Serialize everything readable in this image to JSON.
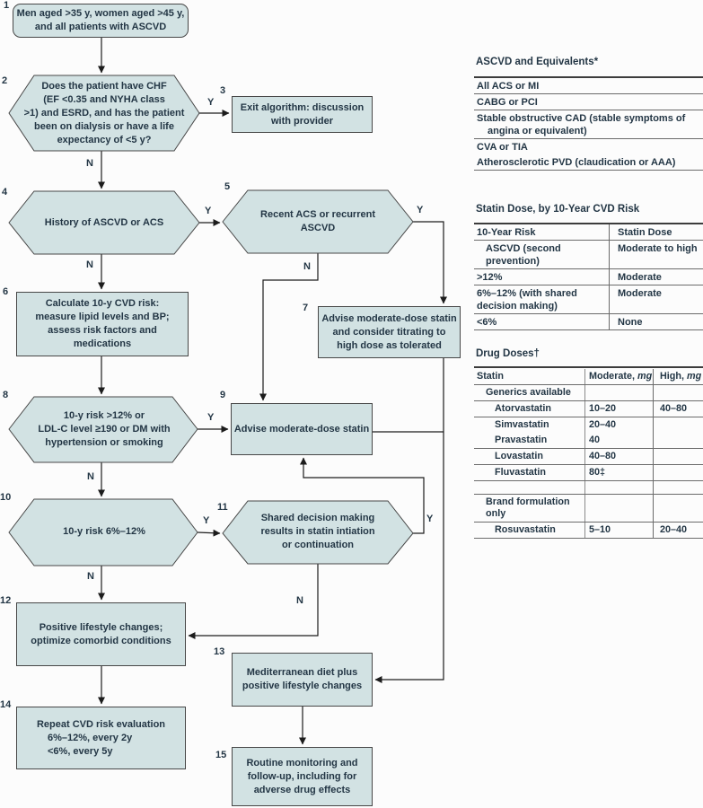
{
  "labels": {
    "yes": "Y",
    "no": "N"
  },
  "colors": {
    "node_fill": "#d2e2e3",
    "node_border": "#474747",
    "line": "#1c1c1c",
    "text": "#233645"
  },
  "flow": {
    "n1": {
      "num": "1",
      "lines": [
        "Men aged >35 y, women aged >45 y,",
        "and all patients with ASCVD"
      ]
    },
    "n2": {
      "num": "2",
      "lines": [
        "Does the patient have CHF",
        "(EF <0.35 and NYHA class",
        ">1) and ESRD, and has the patient",
        "been on dialysis or have a life",
        "expectancy of <5 y?"
      ]
    },
    "n3": {
      "num": "3",
      "lines": [
        "Exit algorithm: discussion",
        "with provider"
      ]
    },
    "n4": {
      "num": "4",
      "lines": [
        "History of ASCVD or ACS"
      ]
    },
    "n5": {
      "num": "5",
      "lines": [
        "Recent ACS or recurrent",
        "ASCVD"
      ]
    },
    "n6": {
      "num": "6",
      "lines": [
        "Calculate 10-y CVD risk:",
        "measure lipid levels and BP;",
        "assess risk factors and",
        "medications"
      ]
    },
    "n7": {
      "num": "7",
      "lines": [
        "Advise moderate-dose statin",
        "and consider titrating to",
        "high dose as tolerated"
      ]
    },
    "n8": {
      "num": "8",
      "lines": [
        "10-y risk >12% or",
        "LDL-C level ≥190 or DM with",
        "hypertension or smoking"
      ]
    },
    "n9": {
      "num": "9",
      "lines": [
        "Advise moderate-dose statin"
      ]
    },
    "n10": {
      "num": "10",
      "lines": [
        "10-y risk 6%–12%"
      ]
    },
    "n11": {
      "num": "11",
      "lines": [
        "Shared decision making",
        "results in statin intiation",
        "or continuation"
      ]
    },
    "n12": {
      "num": "12",
      "lines": [
        "Positive lifestyle changes;",
        "optimize comorbid conditions"
      ]
    },
    "n13": {
      "num": "13",
      "lines": [
        "Mediterranean diet plus",
        "positive lifestyle changes"
      ]
    },
    "n14": {
      "num": "14",
      "lines": [
        "Repeat CVD risk evaluation",
        "6%–12%, every 2y",
        "<6%, every 5y"
      ]
    },
    "n15": {
      "num": "15",
      "lines": [
        "Routine monitoring and",
        "follow-up, including for",
        "adverse drug effects"
      ]
    }
  },
  "tables": {
    "ascvd": {
      "title": "ASCVD and Equivalents*",
      "rows": [
        {
          "lines": [
            "All ACS or MI"
          ]
        },
        {
          "lines": [
            "CABG or PCI"
          ]
        },
        {
          "lines": [
            "Stable obstructive CAD (stable symptoms of",
            "angina or equivalent)"
          ]
        },
        {
          "lines": [
            "CVA or TIA"
          ]
        },
        {
          "lines": [
            "Atherosclerotic PVD (claudication or AAA)"
          ]
        }
      ]
    },
    "statin_dose": {
      "title": "Statin Dose, by 10-Year CVD Risk",
      "col1_header": "10-Year Risk",
      "col2_header": "Statin Dose",
      "rows": [
        {
          "risk_lines": [
            "ASCVD (second prevention)"
          ],
          "dose": "Moderate to high"
        },
        {
          "risk_lines": [
            ">12%"
          ],
          "dose": "Moderate"
        },
        {
          "risk_lines": [
            "6%–12% (with shared",
            "decision making)"
          ],
          "dose": "Moderate"
        },
        {
          "risk_lines": [
            "<6%"
          ],
          "dose": "None"
        }
      ]
    },
    "drug_doses": {
      "title": "Drug Doses†",
      "col1_header": "Statin",
      "col2_header": {
        "text": "Moderate,",
        "unit": "mg"
      },
      "col3_header": {
        "text": "High,",
        "unit": "mg"
      },
      "rows": [
        {
          "name": "Generics available",
          "moderate": "",
          "high": ""
        },
        {
          "name": "Atorvastatin",
          "moderate": "10–20",
          "high": "40–80"
        },
        {
          "name": "Simvastatin",
          "moderate": "20–40",
          "high": ""
        },
        {
          "name": "Pravastatin",
          "moderate": "40",
          "high": ""
        },
        {
          "name": "Lovastatin",
          "moderate": "40–80",
          "high": ""
        },
        {
          "name": "Fluvastatin",
          "moderate": "80‡",
          "high": ""
        },
        {
          "name": "",
          "moderate": "",
          "high": ""
        },
        {
          "name": "Brand formulation only",
          "moderate": "",
          "high": ""
        },
        {
          "name": "Rosuvastatin",
          "moderate": "5–10",
          "high": "20–40"
        }
      ]
    }
  }
}
